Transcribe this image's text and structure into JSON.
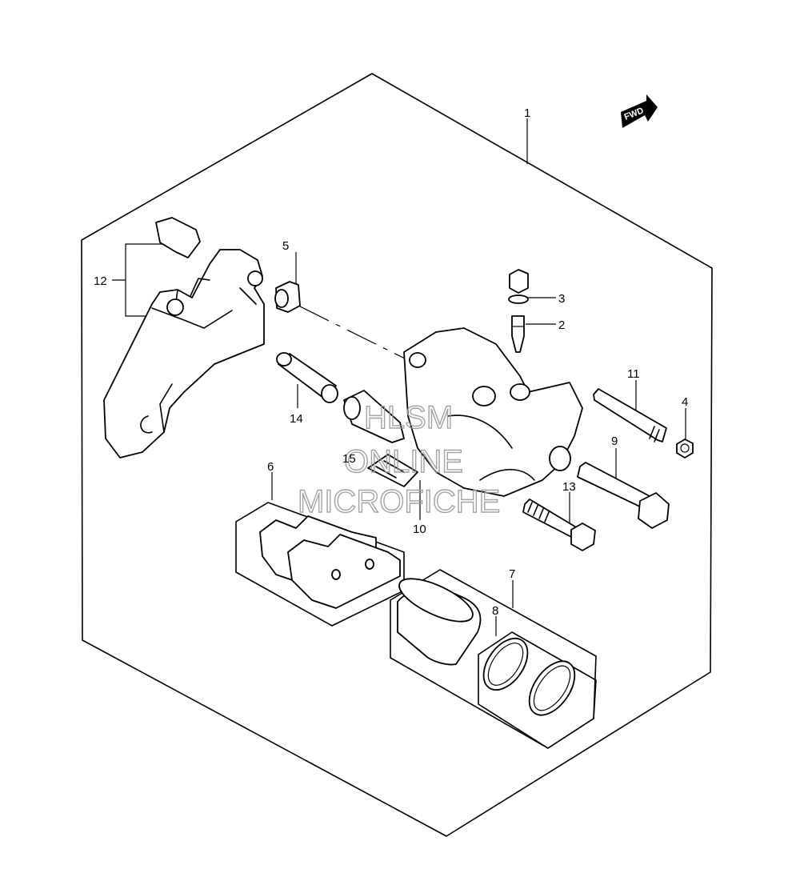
{
  "diagram": {
    "fwd_label": "FWD",
    "callouts": [
      {
        "id": "1",
        "label": "1"
      },
      {
        "id": "2",
        "label": "2"
      },
      {
        "id": "3",
        "label": "3"
      },
      {
        "id": "4",
        "label": "4"
      },
      {
        "id": "5",
        "label": "5"
      },
      {
        "id": "6",
        "label": "6"
      },
      {
        "id": "7",
        "label": "7"
      },
      {
        "id": "8",
        "label": "8"
      },
      {
        "id": "9",
        "label": "9"
      },
      {
        "id": "10",
        "label": "10"
      },
      {
        "id": "11",
        "label": "11"
      },
      {
        "id": "12",
        "label": "12"
      },
      {
        "id": "13",
        "label": "13"
      },
      {
        "id": "14",
        "label": "14"
      },
      {
        "id": "15",
        "label": "15"
      }
    ],
    "watermark": {
      "line1": "HLSM",
      "line2": "ONLINE",
      "line3": "MICROFICHE"
    }
  }
}
